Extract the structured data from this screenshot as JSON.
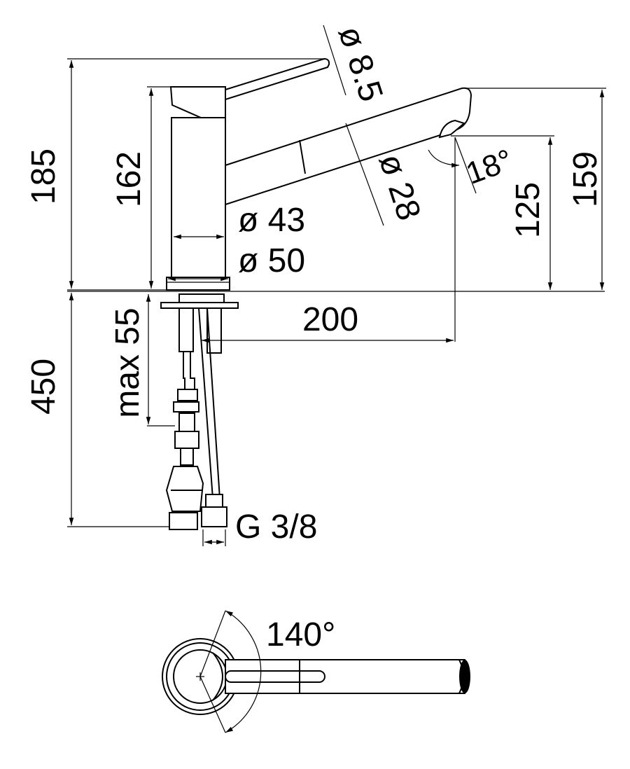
{
  "dimensions": {
    "total_height": "185",
    "body_height": "162",
    "spout_bore_height": "125",
    "spout_height": "159",
    "lever_diameter": "ø 8.5",
    "spout_diameter": "ø 28",
    "spout_angle": "18°",
    "body_diameter_small": "ø 43",
    "body_diameter_large": "ø 50",
    "reach": "200",
    "max_deck_thickness": "max 55",
    "hose_length": "450",
    "connection_thread": "G 3/8",
    "swivel_angle": "140°"
  },
  "colors": {
    "line": "#000000",
    "background": "#ffffff"
  }
}
